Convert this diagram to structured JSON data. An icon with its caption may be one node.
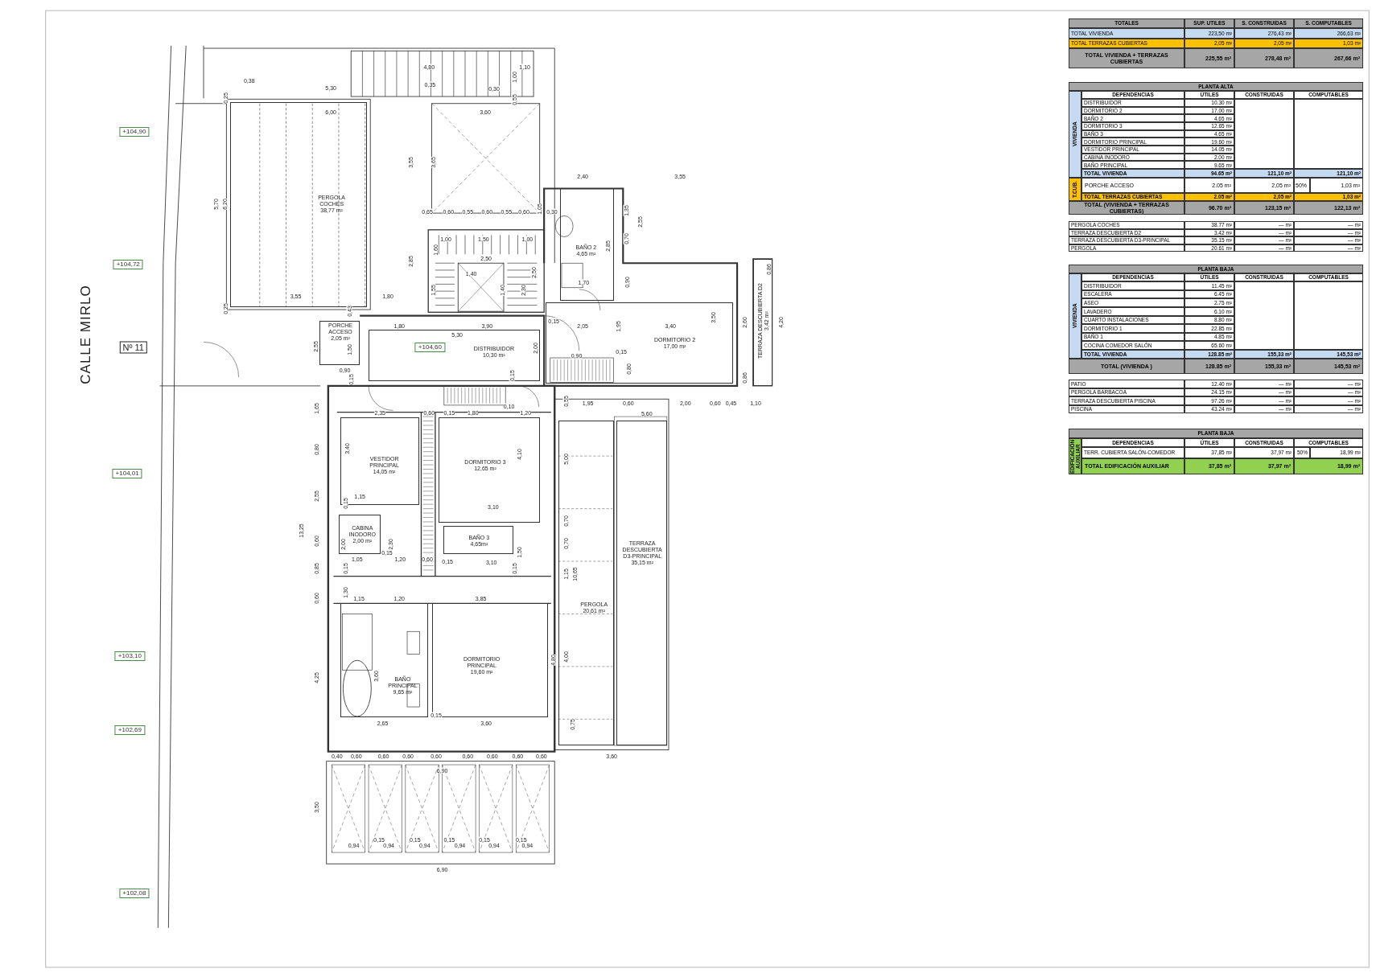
{
  "diagram": {
    "nodes": [
      {
        "text": [
          "PERGOLA COCHES",
          "38,77 m²"
        ]
      },
      {
        "text": [
          "PORCHE ACCESO",
          "2,05 m²"
        ]
      },
      {
        "text": [
          "DISTRIBUIDOR",
          "10,30 m²"
        ]
      },
      {
        "text": [
          "BAÑO 2",
          "4,65 m²"
        ]
      },
      {
        "text": [
          "DORMITORIO 2",
          "17,00 m²"
        ]
      },
      {
        "text": [
          "TERRAZA DESCUBIERTA D2",
          "3,42 m²"
        ]
      },
      {
        "text": [
          "VESTIDOR PRINCIPAL",
          "14,05 m²"
        ]
      },
      {
        "text": [
          "DORMITORIO 3",
          "12,65 m²"
        ]
      },
      {
        "text": [
          "CABINA INODORO",
          "2,00 m²"
        ]
      },
      {
        "text": [
          "BAÑO 3",
          "4,65m²"
        ]
      },
      {
        "text": [
          "TERRAZA DESCUBIERTA D3-PRINCIPAL",
          "35,15 m²"
        ]
      },
      {
        "text": [
          "PERGOLA",
          "20,61 m²"
        ]
      },
      {
        "text": [
          "BAÑO PRINCIPAL",
          "9,65 m²"
        ]
      },
      {
        "text": [
          "DORMITORIO PRINCIPAL",
          "19,60 m²"
        ]
      }
    ],
    "labels": [
      "CALLE MIRLO",
      "Nº 11",
      "+104,90",
      "+104,72",
      "+104,60",
      "+104,01",
      "+103,10",
      "+102,69",
      "+102,08",
      "0,38",
      "4,80",
      "1,10",
      "1,00",
      "5,30",
      "0,35",
      "0,30",
      "0,25",
      "0,55",
      "6,00",
      "3,60",
      "3,55",
      "3,65",
      "2,40",
      "3,55",
      "5,70",
      "6,20",
      "0,65",
      "0,60",
      "0,55",
      "0,60",
      "0,55",
      "0,60",
      "1,05",
      "0,30",
      "1,35",
      "2,55",
      "1,60",
      "1,00",
      "1,50",
      "1,00",
      "2,85",
      "0,70",
      "2,50",
      "2,85",
      "0,86",
      "1,40",
      "2,50",
      "0,90",
      "1,70",
      "1,55",
      "1,40",
      "2,30",
      "3,55",
      "1,80",
      "0,25",
      "3,50",
      "0,43",
      "0,15",
      "2,60",
      "4,20",
      "1,80",
      "3,90",
      "2,05",
      "3,40",
      "1,95",
      "5,30",
      "2,55",
      "1,50",
      "2,00",
      "0,90",
      "0,15",
      "0,90",
      "0,15",
      "0,15",
      "0,80",
      "0,86",
      "0,55",
      "1,95",
      "0,60",
      "2,00",
      "0,60",
      "0,45",
      "1,10",
      "0,10",
      "1,65",
      "2,35",
      "0,60",
      "0,15",
      "1,80",
      "1,20",
      "5,60",
      "0,80",
      "3,40",
      "4,10",
      "5,00",
      "2,55",
      "1,15",
      "3,10",
      "0,15",
      "0,70",
      "13,25",
      "0,60",
      "2,00",
      "2,30",
      "0,70",
      "0,85",
      "0,15",
      "1,05",
      "0,15",
      "1,20",
      "0,60",
      "0,15",
      "3,10",
      "0,15",
      "1,50",
      "1,15",
      "10,65",
      "0,60",
      "1,30",
      "1,15",
      "1,20",
      "3,85",
      "4,80",
      "4,00",
      "4,25",
      "3,60",
      "0,15",
      "2,65",
      "3,60",
      "0,75",
      "0,40",
      "0,60",
      "0,60",
      "0,60",
      "0,60",
      "0,60",
      "0,60",
      "0,60",
      "0,60",
      "3,60",
      "6,90",
      "3,50",
      "0,15",
      "0,15",
      "0,15",
      "0,15",
      "0,15",
      "0,94",
      "0,94",
      "0,94",
      "0,94",
      "0,94",
      "0,94",
      "6,90",
      "TOTALES",
      "SUP. UTILES",
      "S. CONSTRUIDAS",
      "S. COMPUTABLES",
      "TOTAL VIVIENDA",
      "223,50 m²",
      "276,43 m²",
      "266,63 m²",
      "TOTAL TERRAZAS CUBIERTAS",
      "2,05 m²",
      "2,05 m²",
      "1,03 m²",
      "TOTAL VIVIENDA + TERRAZAS CUBIERTAS",
      "225,55 m²",
      "278,48 m²",
      "267,66 m²",
      "PLANTA ALTA",
      "VIVIENDA",
      "DEPENDENCIAS",
      "ÚTILES",
      "CONSTRUIDAS",
      "COMPUTABLES",
      "DISTRIBUIDOR",
      "10.30 m²",
      "DORMITORIO 2",
      "17.00 m²",
      "BAÑO 2",
      "4.65 m²",
      "DORMITORIO 3",
      "12.65 m²",
      "BAÑO 3",
      "4.65 m²",
      "DORMITORIO PRINCIPAL",
      "19.60 m²",
      "VESTIDOR PRINCIPAL",
      "14.05 m²",
      "CABINA INODORO",
      "2.00 m²",
      "BAÑO PRINCIPAL",
      "9.65 m²",
      "TOTAL VIVIENDA",
      "94.65 m²",
      "121,10 m²",
      "121,10 m²",
      "T.CUB.",
      "PORCHE ACCESO",
      "2.05 m²",
      "2,05 m²",
      "50%",
      "1,03 m²",
      "TOTAL TERRAZAS CUBIERTAS",
      "2.05 m²",
      "2,05 m²",
      "1,03 m²",
      "TOTAL (VIVIENDA + TERRAZAS CUBIERTAS)",
      "96.70 m²",
      "123,15 m²",
      "122,13 m²",
      "PERGOLA COCHES",
      "38.77 m²",
      "— m²",
      "— m²",
      "TERRAZA DESCUBIERTA D2",
      "3.42 m²",
      "— m²",
      "— m²",
      "TERRAZA DESCUBIERTA D3-PRINCIPAL",
      "35.15 m²",
      "— m²",
      "— m²",
      "PERGOLA",
      "20.61 m²",
      "— m²",
      "— m²",
      "PLANTA BAJA",
      "VIVIENDA",
      "DEPENDENCIAS",
      "ÚTILES",
      "CONSTRUIDAS",
      "COMPUTABLES",
      "DISTRIBUIDOR",
      "11.45 m²",
      "ESCALERA",
      "6.45 m²",
      "ASEO",
      "2.75 m²",
      "LAVADERO",
      "6.10 m²",
      "CUARTO INSTALACIONES",
      "8.80 m²",
      "DORMITORIO 1",
      "22.85 m²",
      "BAÑO 1",
      "4.85 m²",
      "COCINA COMEDOR SALÓN",
      "65.60 m²",
      "TOTAL VIVIENDA",
      "128.85 m²",
      "155,33 m²",
      "145,53 m²",
      "TOTAL (VIVIENDA )",
      "128.85 m²",
      "155,33 m²",
      "145,53 m²",
      "PATIO",
      "12.40 m²",
      "— m²",
      "— m²",
      "PERGOLA BARBACOA",
      "24.15 m²",
      "— m²",
      "— m²",
      "TERRAZA DESCUBIERTA PISCINA",
      "97.26 m²",
      "— m²",
      "— m²",
      "PISCINA",
      "43.24 m²",
      "— m²",
      "— m²",
      "PLANTA BAJA",
      "EDIFICACIÓN AUXILIAR",
      "DEPENDENCIAS",
      "ÚTILES",
      "CONSTRUIDAS",
      "COMPUTABLES",
      "TERR. CUBIERTA SALÓN-COMEDOR",
      "37,85 m²",
      "37,97 m²",
      "50%",
      "18,99 m²",
      "TOTAL EDIFICACIÓN AUXILIAR",
      "37,85 m²",
      "37,97 m²",
      "18,99 m²"
    ]
  }
}
